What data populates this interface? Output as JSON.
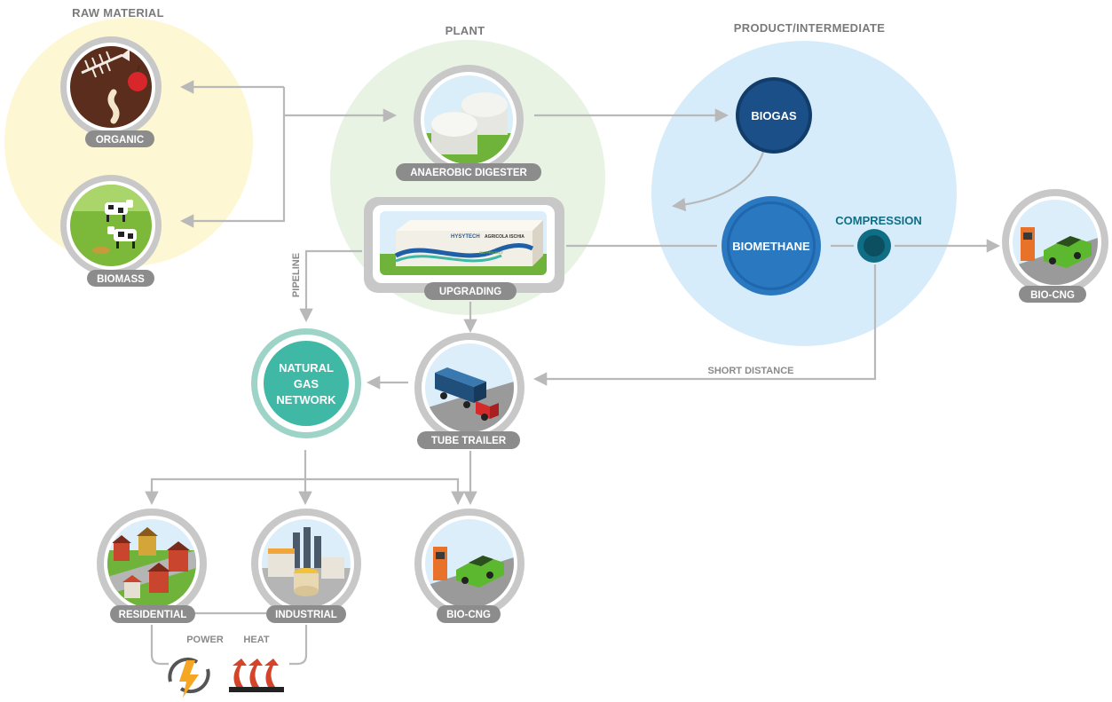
{
  "sections": {
    "raw_material": "RAW MATERIAL",
    "plant": "PLANT",
    "product": "PRODUCT/INTERMEDIATE"
  },
  "nodes": {
    "organic": "ORGANIC",
    "biomass": "BIOMASS",
    "anaerobic_digester": "ANAEROBIC DIGESTER",
    "upgrading": "UPGRADING",
    "biogas": "BIOGAS",
    "biomethane": "BIOMETHANE",
    "compression": "COMPRESSION",
    "bio_cng_right": "BIO-CNG",
    "natural_gas_network": [
      "NATURAL",
      "GAS",
      "NETWORK"
    ],
    "tube_trailer": "TUBE TRAILER",
    "residential": "RESIDENTIAL",
    "industrial": "INDUSTRIAL",
    "bio_cng_bottom": "BIO-CNG"
  },
  "flow_labels": {
    "pipeline": "PIPELINE",
    "short_distance": "SHORT DISTANCE",
    "power": "POWER",
    "heat": "HEAT"
  },
  "upgrading_logo": {
    "brand": "HYSYTECH",
    "partner": "AGRICOLA ISCHIA",
    "sub": "BIO PROJECT"
  },
  "colors": {
    "label_gray": "#8c8c8c",
    "ring_gray": "#c9c9c9",
    "raw_bg": "#fdf7d3",
    "plant_bg": "#e9f3e4",
    "product_bg": "#d7ecfa",
    "biogas": "#1b4f87",
    "biomethane": "#2a79c0",
    "natural_gas": "#3fb8a5",
    "compression": "#0f6e86"
  },
  "icons": [
    "fish-bone-apple-icon",
    "cows-icon",
    "digester-tanks-icon",
    "upgrading-container-icon",
    "car-fuel-pump-icon",
    "truck-icon",
    "houses-icon",
    "factory-icon",
    "power-icon",
    "heat-icon"
  ]
}
